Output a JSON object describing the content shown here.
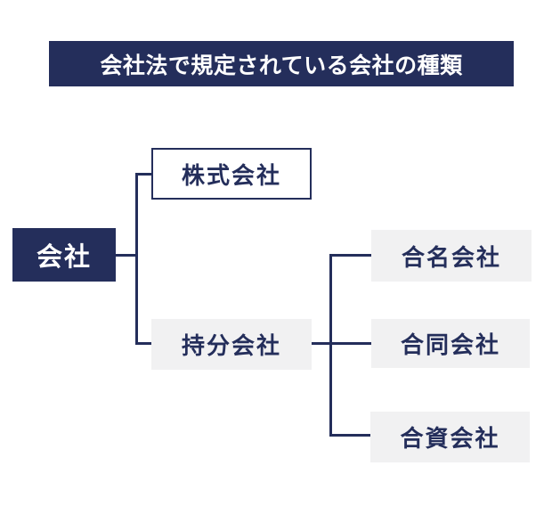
{
  "title": "会社法で規定されている会社の種類",
  "colors": {
    "navy": "#242e5b",
    "box_gray": "#f1f1f2",
    "white": "#ffffff"
  },
  "tree": {
    "root": {
      "label": "会社"
    },
    "children": [
      {
        "label": "株式会社"
      },
      {
        "label": "持分会社",
        "children": [
          {
            "label": "合名会社"
          },
          {
            "label": "合同会社"
          },
          {
            "label": "合資会社"
          }
        ]
      }
    ]
  }
}
